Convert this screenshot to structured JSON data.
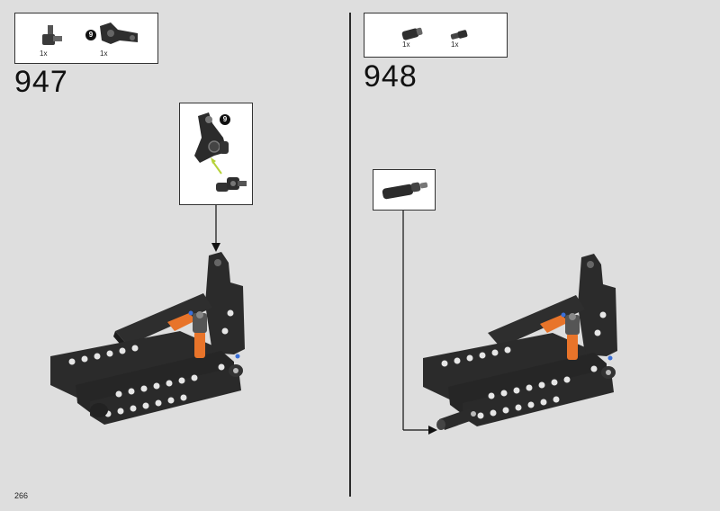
{
  "page_number": "266",
  "steps": [
    {
      "number": "947",
      "parts": [
        {
          "icon": "axle-pin-connector-icon",
          "qty": "1x"
        },
        {
          "icon": "angled-beam-connector-icon",
          "qty": "1x",
          "badge": "9"
        }
      ],
      "callout_badge": "9"
    },
    {
      "number": "948",
      "parts": [
        {
          "icon": "axle-connector-long-icon",
          "qty": "1x"
        },
        {
          "icon": "axle-connector-short-icon",
          "qty": "1x"
        }
      ]
    }
  ],
  "colors": {
    "brick_dark": "#2b2b2b",
    "brick_orange": "#e8742a",
    "arrow": "#111111",
    "guide_green": "#b6d23a"
  }
}
